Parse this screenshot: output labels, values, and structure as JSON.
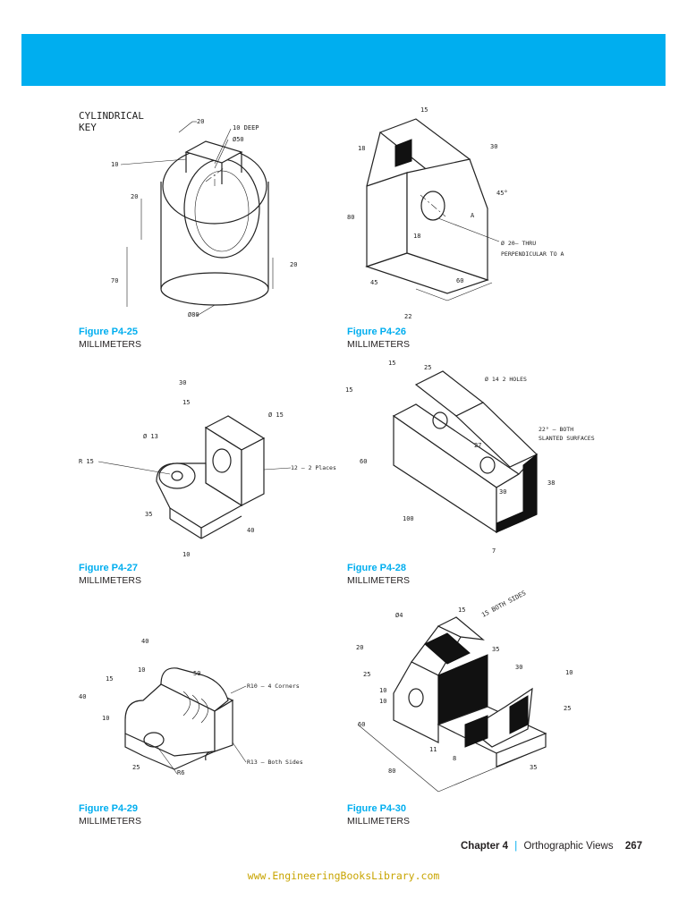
{
  "header": {
    "color": "#00aeef"
  },
  "figures": [
    {
      "label": "Figure P4-25",
      "units": "MILLIMETERS",
      "title_lines": [
        "CYLINDRICAL",
        "KEY"
      ],
      "dims": [
        "20",
        "10 DEEP",
        "Ø50",
        "10",
        "20",
        "70",
        "20",
        "Ø80"
      ]
    },
    {
      "label": "Figure P4-26",
      "units": "MILLIMETERS",
      "dims": [
        "15",
        "18",
        "30",
        "45°",
        "80",
        "A",
        "18",
        "Ø 20– THRU",
        "PERPENDICULAR TO A",
        "45",
        "60",
        "22"
      ]
    },
    {
      "label": "Figure P4-27",
      "units": "MILLIMETERS",
      "dims": [
        "30",
        "15",
        "Ø 15",
        "Ø 13",
        "R 15",
        "12 – 2 Places",
        "35",
        "40",
        "10"
      ]
    },
    {
      "label": "Figure P4-28",
      "units": "MILLIMETERS",
      "dims": [
        "15",
        "25",
        "Ø 14  2 HOLES",
        "15",
        "22° – BOTH",
        "SLANTED SURFACES",
        "60",
        "27",
        "38",
        "30",
        "100",
        "7"
      ]
    },
    {
      "label": "Figure P4-29",
      "units": "MILLIMETERS",
      "dims": [
        "40",
        "15",
        "10",
        "50",
        "R10 – 4 Corners",
        "40",
        "10",
        "R13 – Both Sides",
        "25",
        "R6"
      ]
    },
    {
      "label": "Figure P4-30",
      "units": "MILLIMETERS",
      "dims": [
        "Ø4",
        "15",
        "15 BOTH SIDES",
        "20",
        "35",
        "30",
        "10",
        "25",
        "10",
        "10",
        "60",
        "11",
        "8",
        "25",
        "80",
        "35"
      ]
    }
  ],
  "footer": {
    "chapter": "Chapter 4",
    "separator": "|",
    "title": "Orthographic Views",
    "page": "267"
  },
  "watermark": "www.EngineeringBooksLibrary.com"
}
